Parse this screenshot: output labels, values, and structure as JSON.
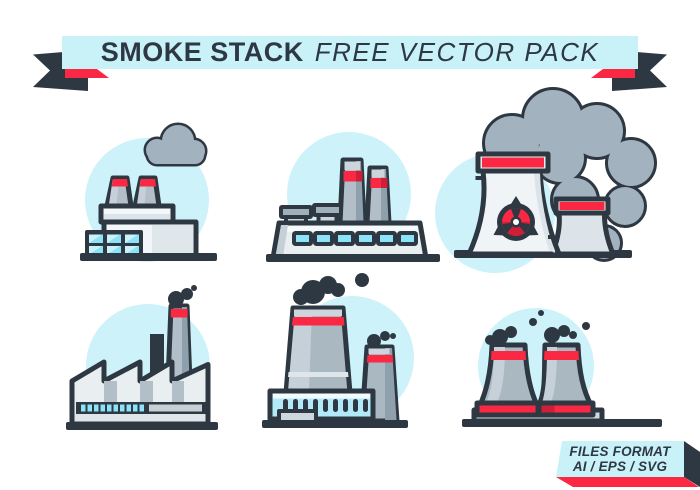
{
  "banner": {
    "title_bold": "SMOKE STACK",
    "title_italic": "FREE VECTOR PACK"
  },
  "format_label": {
    "line1": "FILES FORMAT",
    "line2": "AI / EPS / SVG"
  },
  "icons": [
    {
      "name": "factory-two-stacks-icon",
      "description": "factory with two smokestacks and gray smoke cloud, cyan windows"
    },
    {
      "name": "plant-two-chimneys-icon",
      "description": "long plant building, two red-banded chimneys, two roof vents, six windows"
    },
    {
      "name": "nuclear-cooling-towers-icon",
      "description": "two cooling towers, red fan badge, large gray smoke cloud"
    },
    {
      "name": "sawtooth-factory-icon",
      "description": "sawtooth-roof factory with tall red-banded chimney and dark smoke"
    },
    {
      "name": "cooling-tower-plant-icon",
      "description": "large and small cooling towers with slotted cyan hall"
    },
    {
      "name": "twin-cooling-towers-icon",
      "description": "twin cooling towers with red tops and red bases"
    }
  ],
  "colors": {
    "outline": "#2e3842",
    "banner_cyan": "#c9f1f8",
    "circle_cyan": "#cdf2f9",
    "accent_red": "#fb2843",
    "dark_red": "#cf1f38",
    "smoke_gray": "#a2b3bf",
    "window_cyan": "#8ce2f6"
  }
}
